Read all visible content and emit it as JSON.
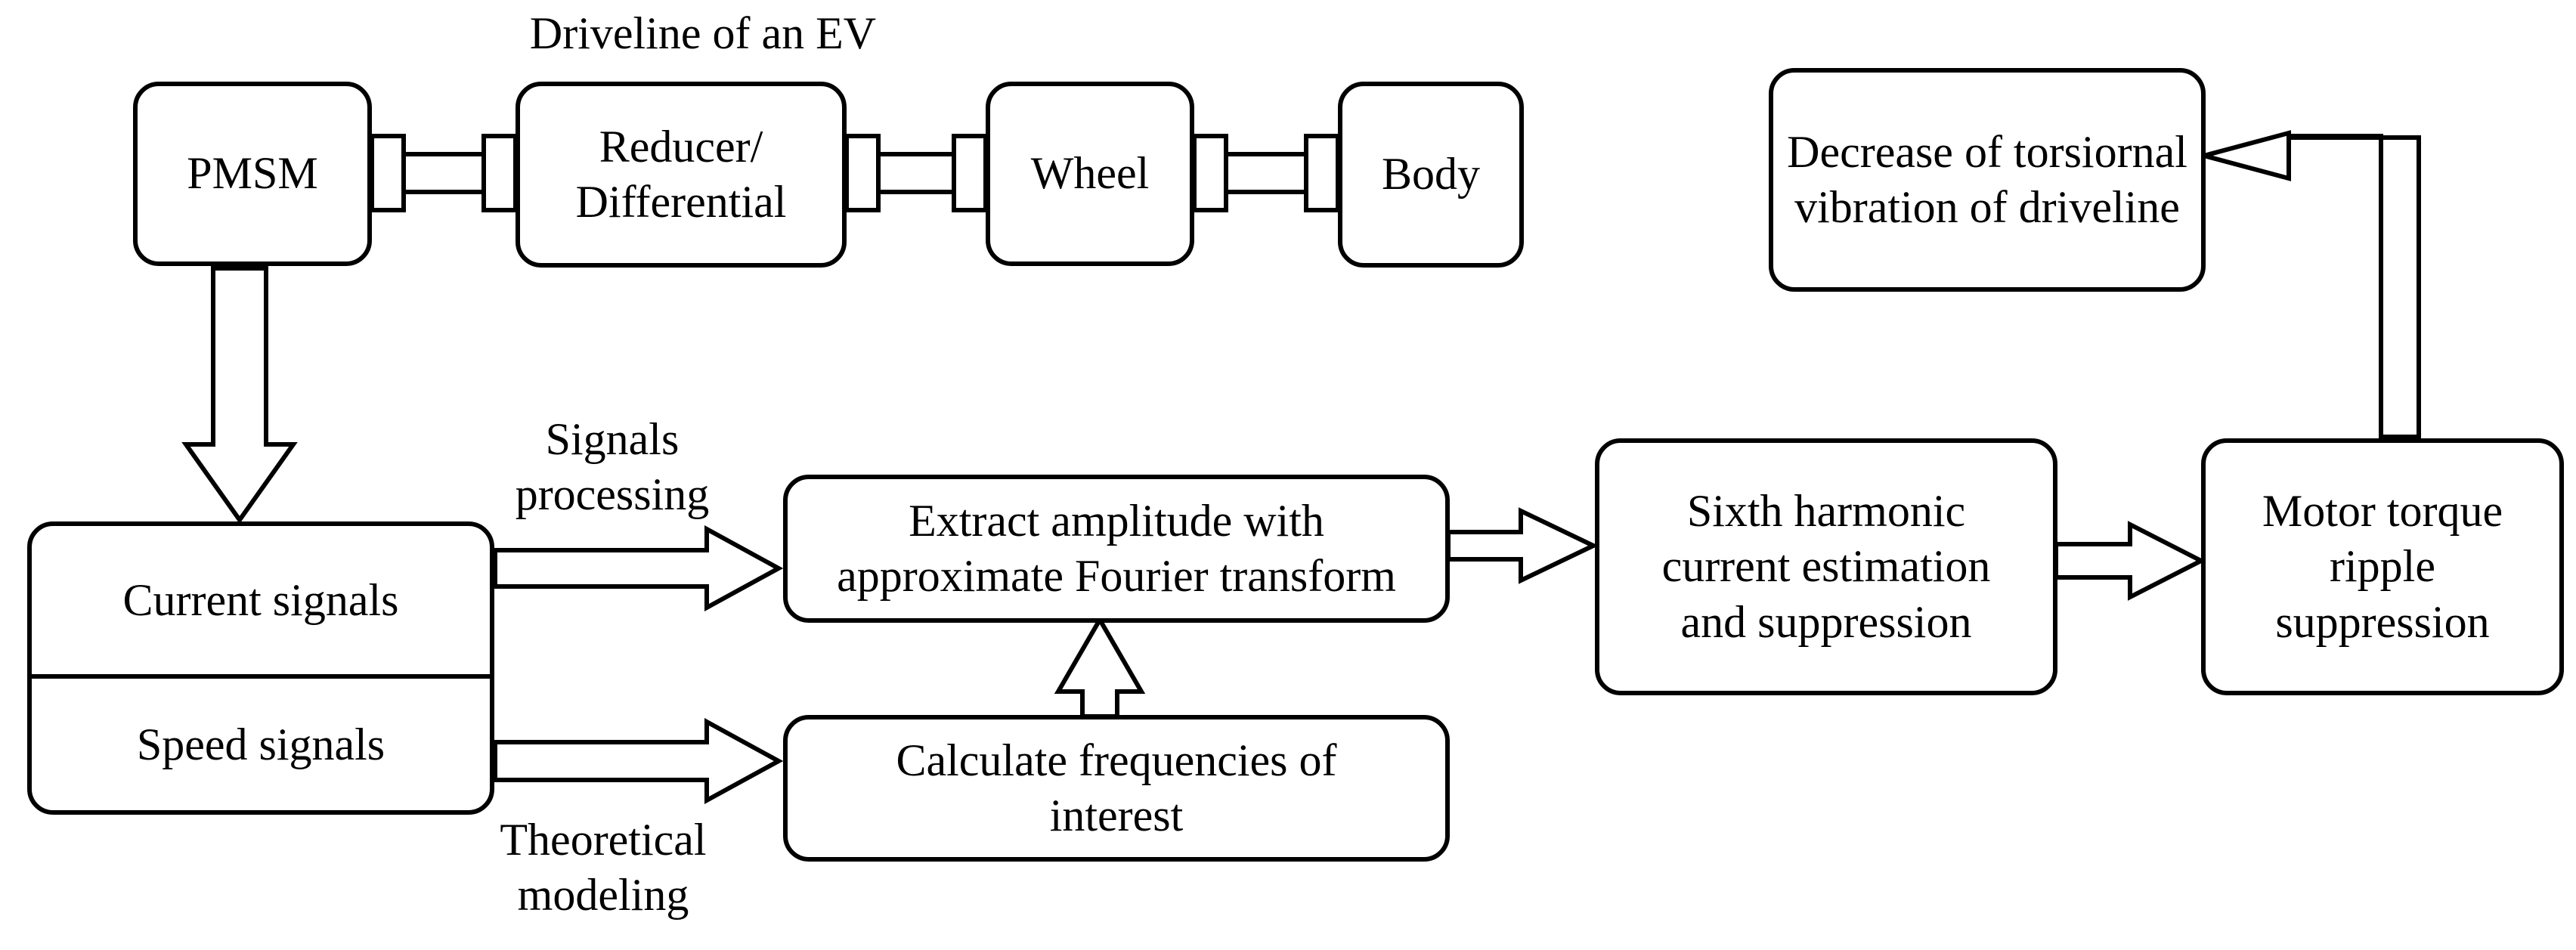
{
  "title": "Driveline of an EV",
  "driveline": {
    "pmsm": "PMSM",
    "reducer_line1": "Reducer/",
    "reducer_line2": "Differential",
    "wheel": "Wheel",
    "body": "Body"
  },
  "signals": {
    "current": "Current signals",
    "speed": "Speed signals"
  },
  "arrow_labels": {
    "signals_processing_line1": "Signals",
    "signals_processing_line2": "processing",
    "theoretical_modeling_line1": "Theoretical",
    "theoretical_modeling_line2": "modeling"
  },
  "blocks": {
    "extract_line1": "Extract amplitude with",
    "extract_line2": "approximate Fourier transform",
    "calculate_line1": "Calculate frequencies of",
    "calculate_line2": "interest",
    "sixth_line1": "Sixth harmonic",
    "sixth_line2": "current estimation",
    "sixth_line3": "and suppression",
    "torque_line1": "Motor torque",
    "torque_line2": "ripple",
    "torque_line3": "suppression",
    "decrease_line1": "Decrease of torsiornal",
    "decrease_line2": "vibration of  driveline"
  }
}
